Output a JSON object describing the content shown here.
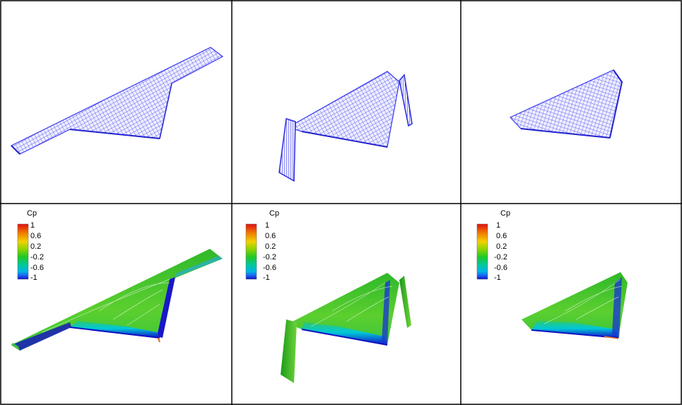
{
  "panels": [
    {
      "row": "mesh",
      "config": "cranked wing with extended outer panels"
    },
    {
      "row": "mesh",
      "config": "wing with folded-down outer panels"
    },
    {
      "row": "mesh",
      "config": "wing without outer panels"
    },
    {
      "row": "pressure",
      "config": "cranked wing with extended outer panels"
    },
    {
      "row": "pressure",
      "config": "wing with folded-down outer panels"
    },
    {
      "row": "pressure",
      "config": "wing without outer panels"
    }
  ],
  "legend": {
    "title": "Cp",
    "ticks": [
      "1",
      "0.6",
      "0.2",
      "-0.2",
      "-0.6",
      "-1"
    ],
    "colors": [
      "#e01010",
      "#f07a00",
      "#f2d200",
      "#8ad400",
      "#1ec828",
      "#00c89c",
      "#00b4e6",
      "#1c5cf0",
      "#1010c8"
    ]
  },
  "colors": {
    "mesh_line": "#3a3af0",
    "mesh_fill": "#eeeeff",
    "surface_main": "#3cc428",
    "surface_light": "#9ae63a",
    "edge_blue": "#1212c0",
    "edge_cyan": "#00c8d8",
    "panel_border": "#000000"
  }
}
